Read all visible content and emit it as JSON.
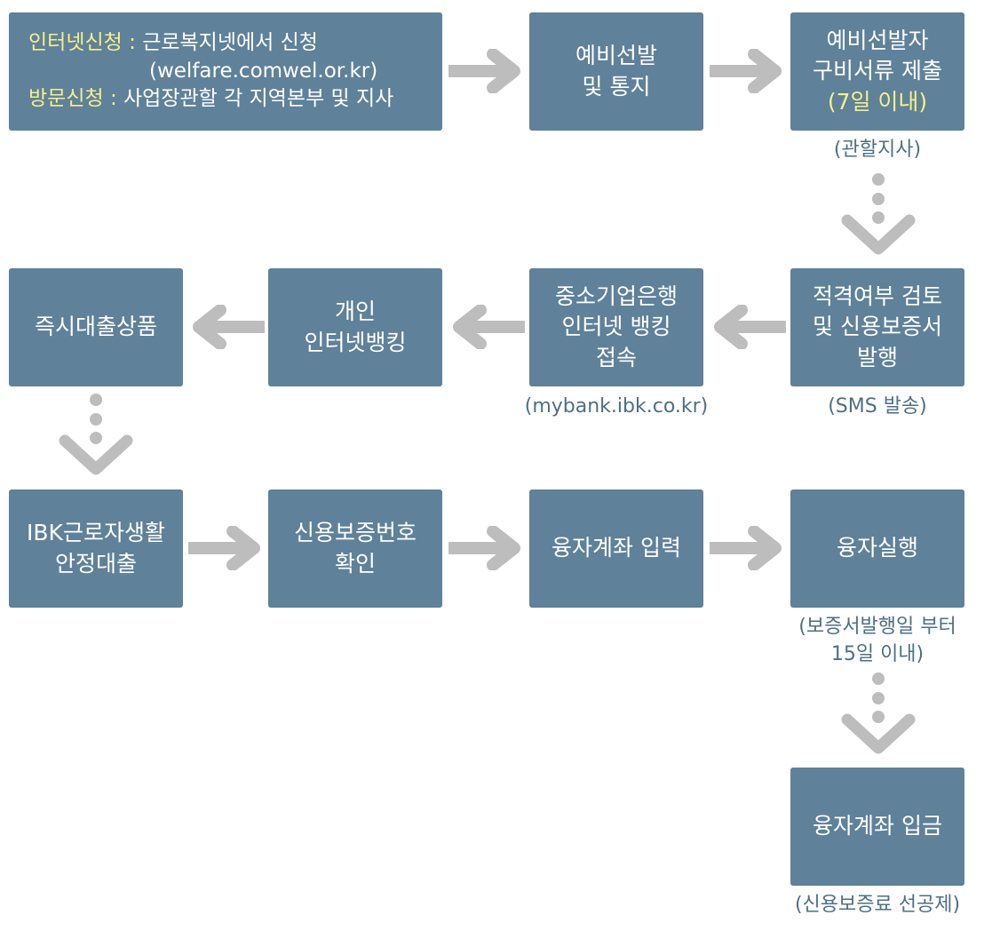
{
  "colors": {
    "box": "#5f8199",
    "highlight": "#f4f08a",
    "arrow": "#bdbdbd",
    "note": "#4e6f86"
  },
  "start": {
    "internet_key": "인터넷신청 :",
    "internet_value": "근로복지넷에서 신청",
    "internet_url": "(welfare.comwel.or.kr)",
    "visit_key": "방문신청 :",
    "visit_value": "사업장관할 각 지역본부 및 지사"
  },
  "steps": {
    "preselect": [
      "예비선발",
      "및 통지"
    ],
    "docs": [
      "예비선발자",
      "구비서류 제출"
    ],
    "docs_highlight": "(7일 이내)",
    "docs_note": "(관할지사)",
    "review": [
      "적격여부 검토",
      "및 신용보증서",
      "발행"
    ],
    "review_note": "(SMS 발송)",
    "ibk_banking": [
      "중소기업은행",
      "인터넷 뱅킹",
      "접속"
    ],
    "ibk_banking_note": "(mybank.ibk.co.kr)",
    "personal_banking": [
      "개인",
      "인터넷뱅킹"
    ],
    "instant_loan": [
      "즉시대출상품"
    ],
    "ibk_loan": [
      "IBK근로자생활",
      "안정대출"
    ],
    "guarantee_check": [
      "신용보증번호",
      "확인"
    ],
    "account_input": [
      "융자계좌 입력"
    ],
    "loan_execute": [
      "융자실행"
    ],
    "loan_execute_note": [
      "(보증서발행일 부터",
      "15일 이내)"
    ],
    "deposit": [
      "융자계좌 입금"
    ],
    "deposit_note": "(신용보증료 선공제)"
  }
}
